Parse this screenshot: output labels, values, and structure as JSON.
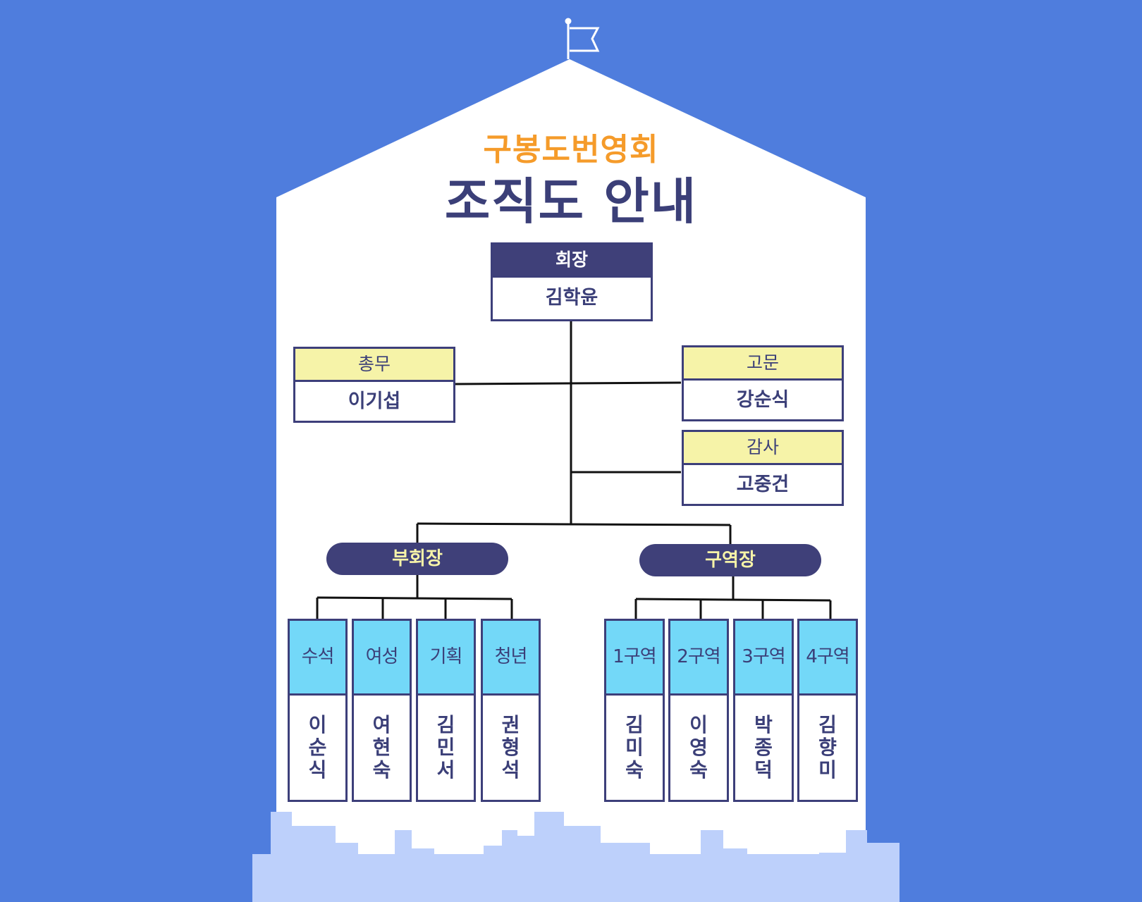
{
  "colors": {
    "background": "#4f7ddd",
    "navy": "#3f4079",
    "yellow": "#f6f3a8",
    "cyan": "#73d8f8",
    "orange": "#f59b2a",
    "city": "#bdd0fb"
  },
  "icons": {
    "flag": "flag-icon",
    "city": "city-skyline"
  },
  "title": {
    "sub": "구봉도번영회",
    "main": "조직도 안내"
  },
  "president": {
    "role": "회장",
    "name": "김학윤"
  },
  "secretary": {
    "role": "총무",
    "name": "이기섭"
  },
  "advisor": {
    "role": "고문",
    "name": "강순식"
  },
  "auditor": {
    "role": "감사",
    "name": "고중건"
  },
  "vice_president": {
    "label": "부회장"
  },
  "district_head": {
    "label": "구역장"
  },
  "vice_units": [
    {
      "role": "수석",
      "name": [
        "이",
        "순",
        "식"
      ]
    },
    {
      "role": "여성",
      "name": [
        "여",
        "현",
        "숙"
      ]
    },
    {
      "role": "기획",
      "name": [
        "김",
        "민",
        "서"
      ]
    },
    {
      "role": "청년",
      "name": [
        "권",
        "형",
        "석"
      ]
    }
  ],
  "districts": [
    {
      "role": "1구역",
      "name": [
        "김",
        "미",
        "숙"
      ]
    },
    {
      "role": "2구역",
      "name": [
        "이",
        "영",
        "숙"
      ]
    },
    {
      "role": "3구역",
      "name": [
        "박",
        "종",
        "덕"
      ]
    },
    {
      "role": "4구역",
      "name": [
        "김",
        "향",
        "미"
      ]
    }
  ]
}
